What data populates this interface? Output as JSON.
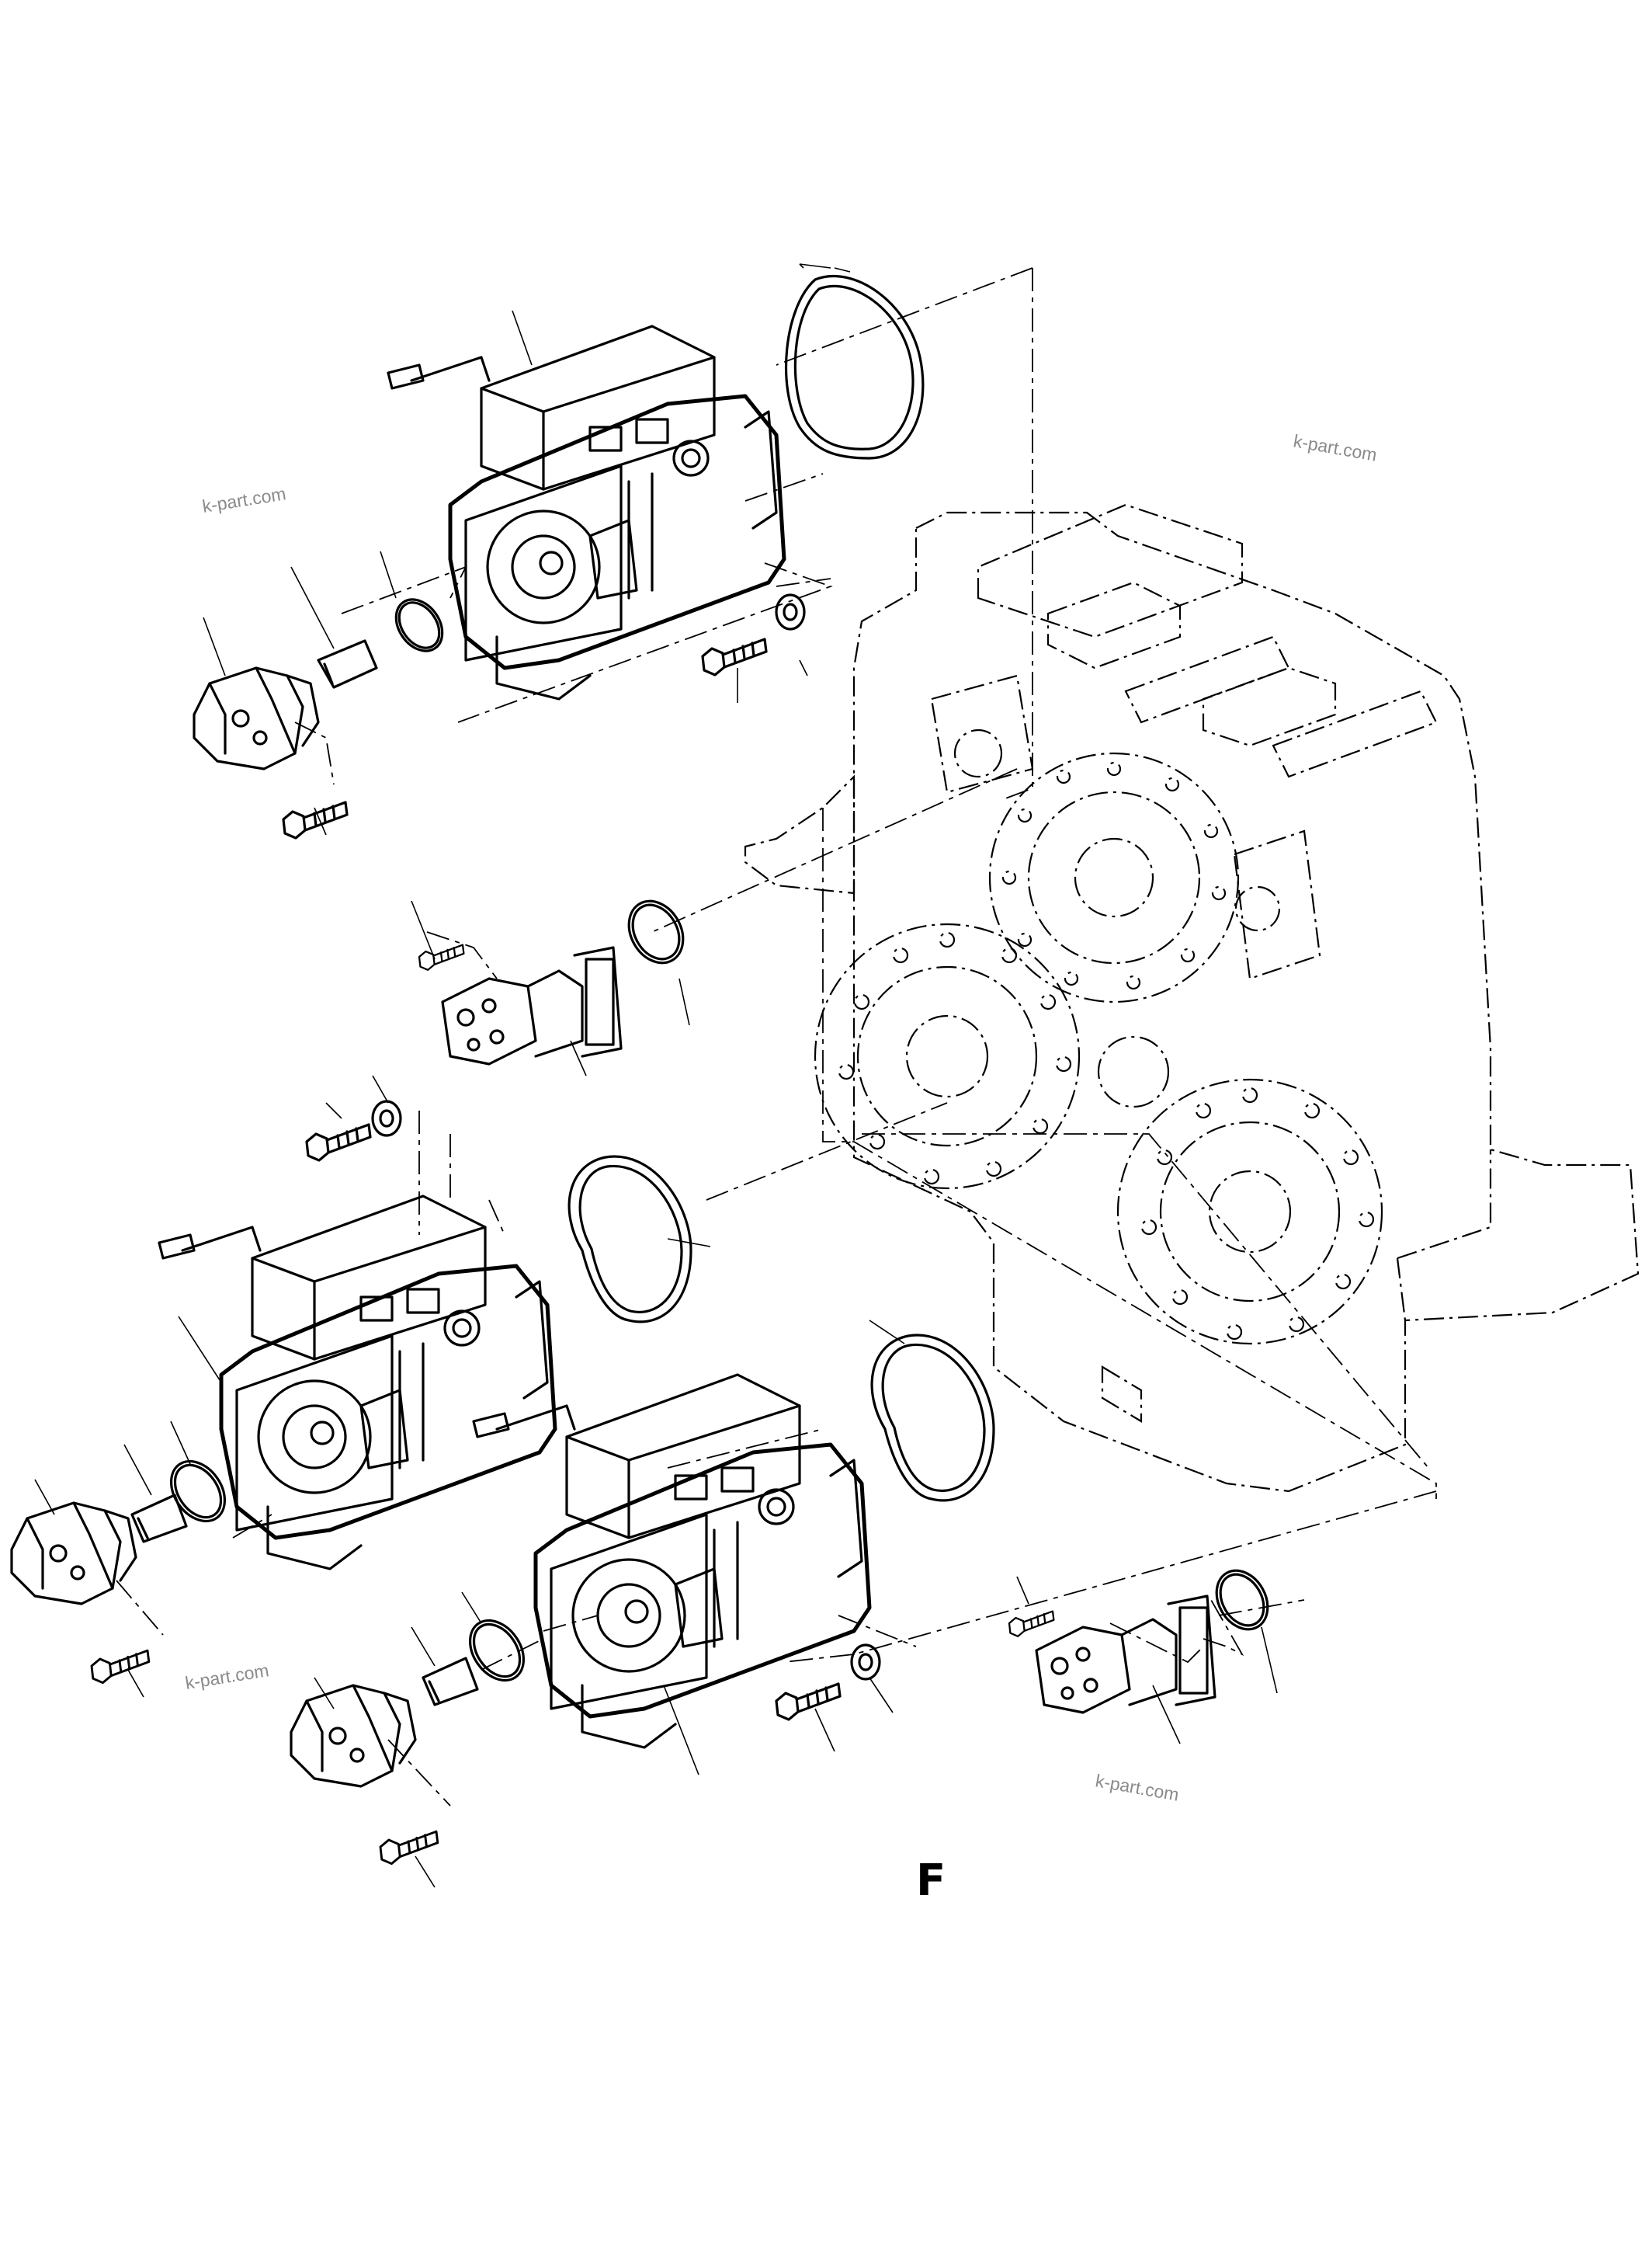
{
  "watermarks": [
    "k-part.com",
    "k-part.com",
    "k-part.com",
    "k-part.com"
  ],
  "section_mark": "F"
}
